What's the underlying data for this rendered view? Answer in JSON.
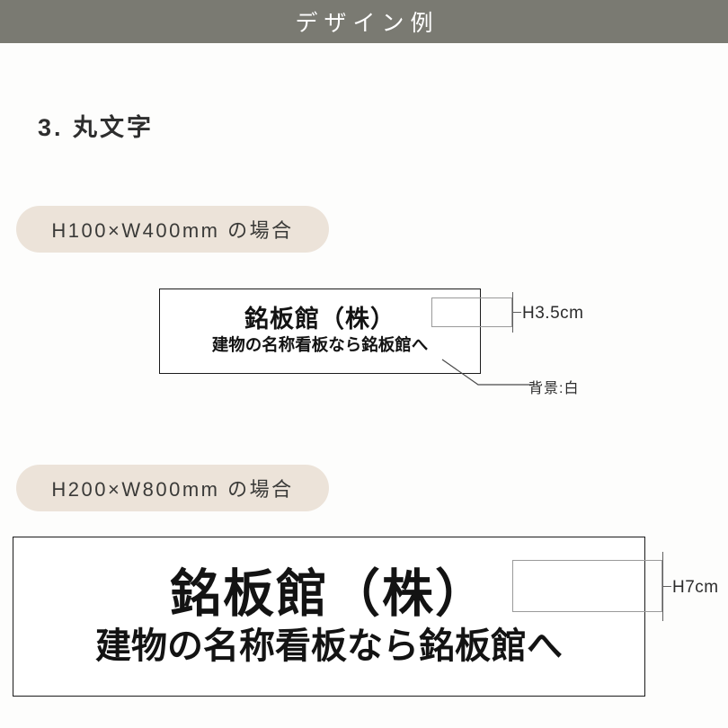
{
  "header": {
    "title": "デザイン例"
  },
  "section": {
    "title": "3. 丸文字"
  },
  "examples": [
    {
      "badge_label": "H100×W400mm の場合",
      "sign": {
        "main_text": "銘板館（株）",
        "sub_text": "建物の名称看板なら銘板館へ"
      },
      "measure_label": "H3.5cm",
      "callout_label": "背景:白"
    },
    {
      "badge_label": "H200×W800mm の場合",
      "sign": {
        "main_text": "銘板館（株）",
        "sub_text": "建物の名称看板なら銘板館へ"
      },
      "measure_label": "H7cm",
      "callout_label": ""
    }
  ],
  "colors": {
    "header_bar": "#7a7a72",
    "badge_background": "#ece3d9",
    "page_background": "#fdfdfc",
    "sign_background": "#ffffff",
    "sign_border": "#1b1b1b",
    "text_dark": "#131313",
    "measure_line": "#9a9a9a"
  }
}
